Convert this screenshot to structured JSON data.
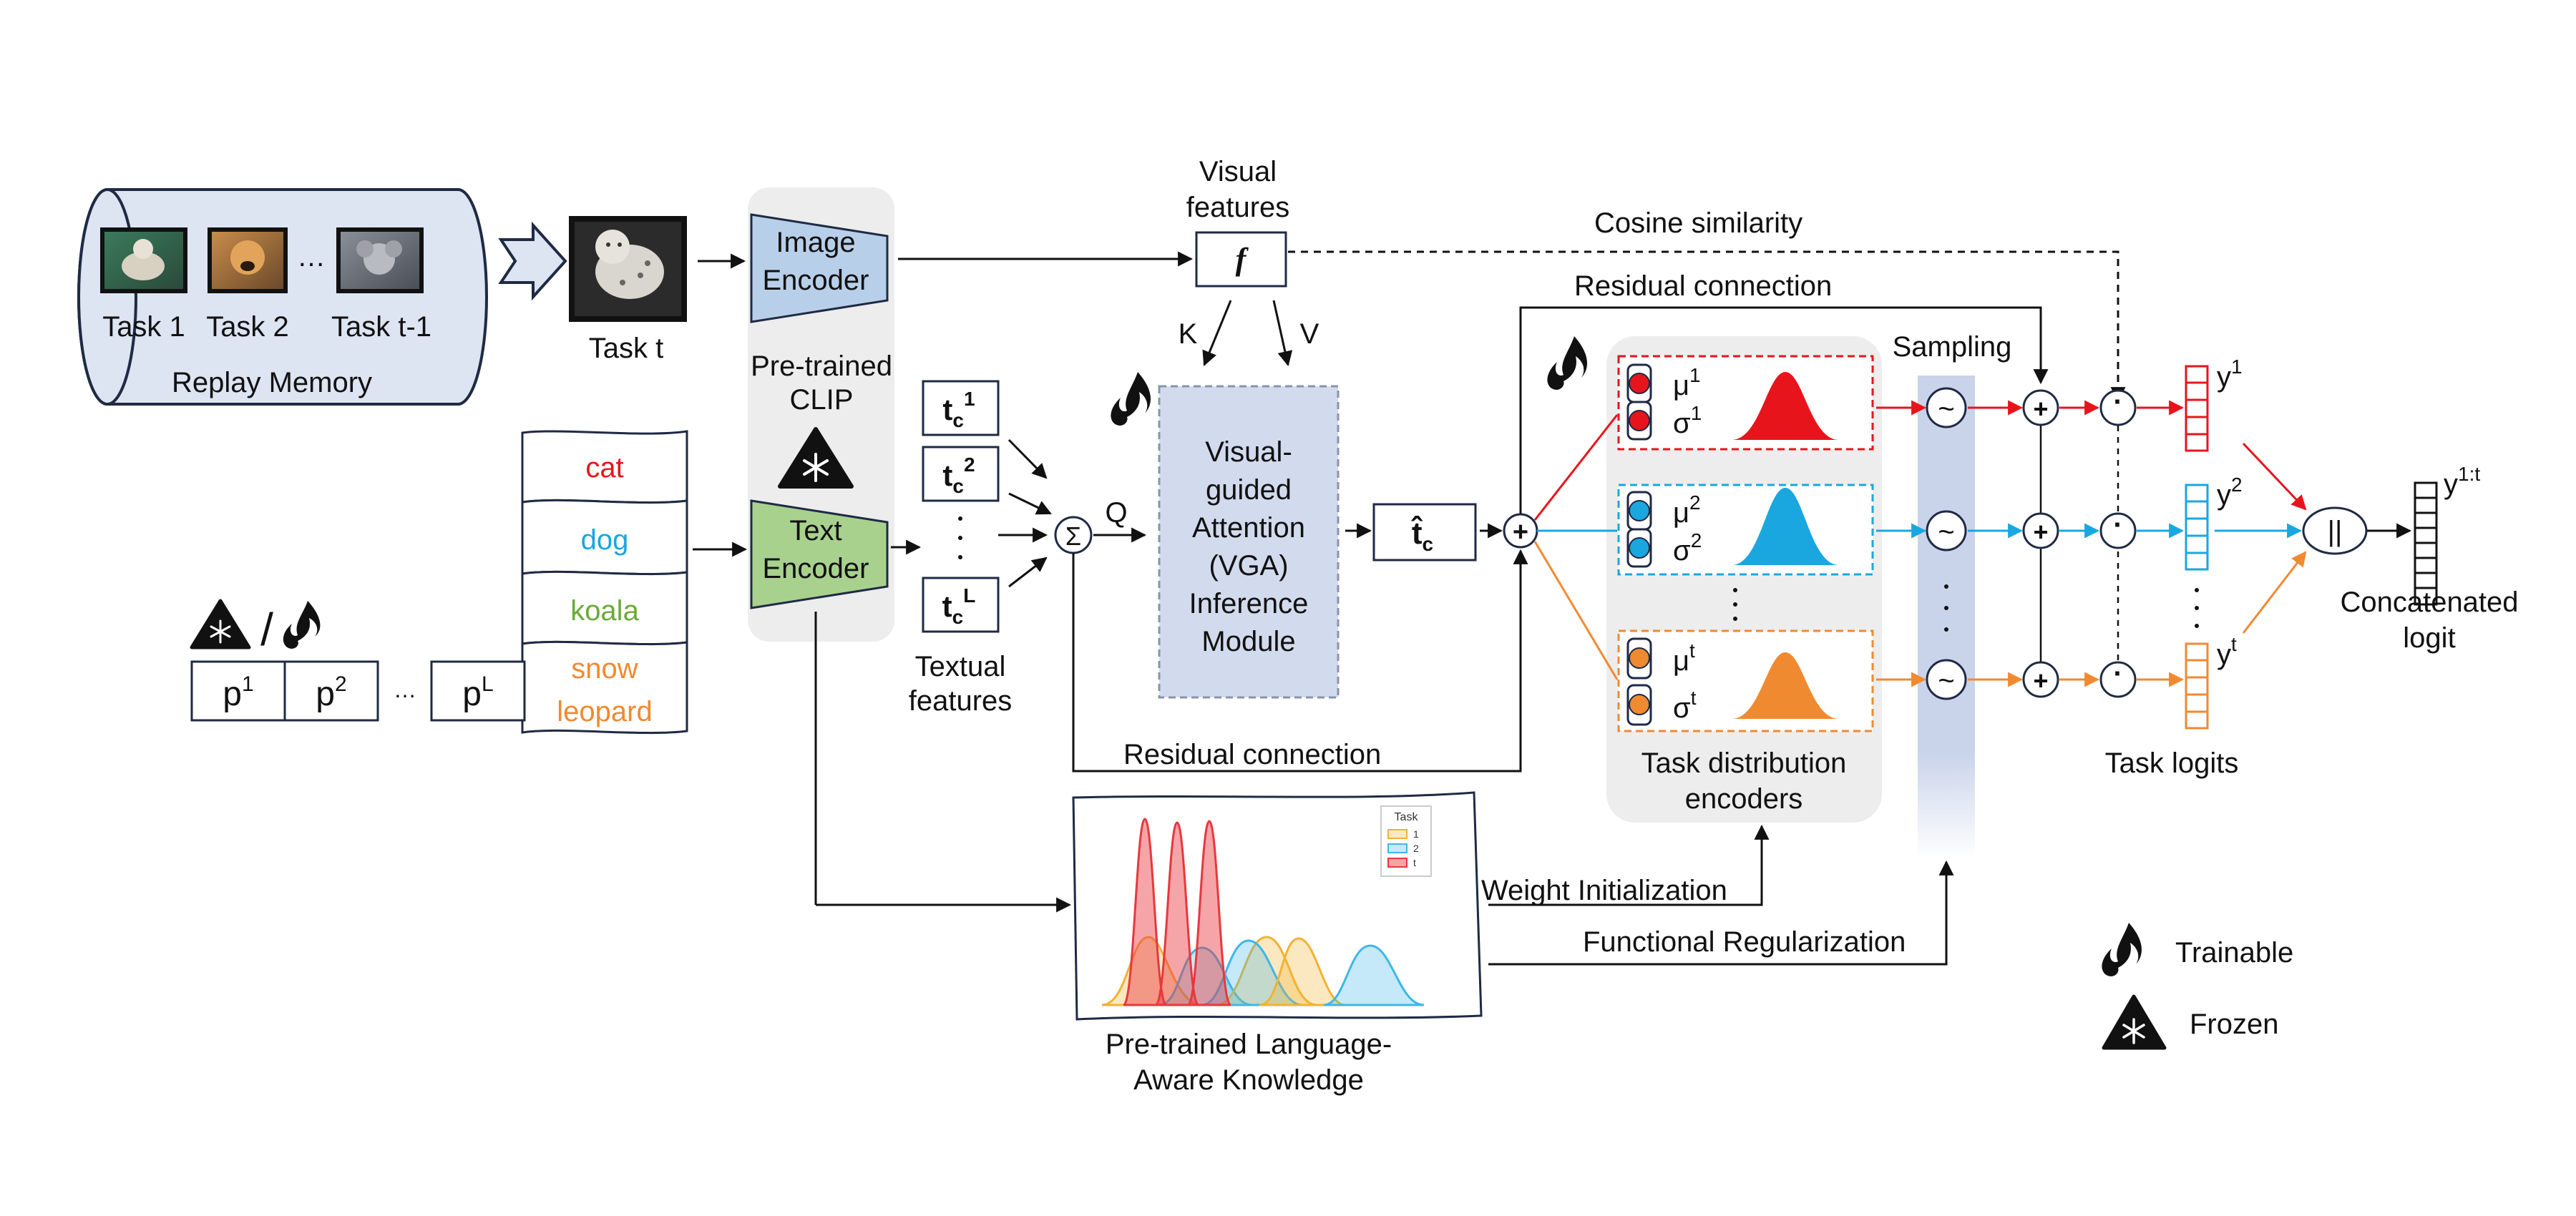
{
  "replay": {
    "tasks": [
      "Task 1",
      "Task 2",
      "Task t-1"
    ],
    "ellipsis": "…",
    "label": "Replay Memory"
  },
  "current_task": "Task t",
  "clip": {
    "image_encoder": [
      "Image",
      "Encoder"
    ],
    "text_encoder": [
      "Text",
      "Encoder"
    ],
    "label": [
      "Pre-trained",
      "CLIP"
    ]
  },
  "classes": [
    {
      "name": "cat",
      "color": "#e8141c"
    },
    {
      "name": "dog",
      "color": "#1aa7e0"
    },
    {
      "name": "koala",
      "color": "#6aaa3a"
    },
    {
      "name": "snow",
      "color": "#f08a30"
    },
    {
      "name": "leopard",
      "color": "#f08a30"
    }
  ],
  "prompts": {
    "tokens": [
      {
        "base": "p",
        "sup": "1"
      },
      {
        "base": "p",
        "sup": "2"
      },
      {
        "base": "p",
        "sup": "L"
      }
    ],
    "ellipsis": "…",
    "separator": "/"
  },
  "textual_features": {
    "items": [
      {
        "base": "t",
        "sub": "c",
        "sup": "1"
      },
      {
        "base": "t",
        "sub": "c",
        "sup": "2"
      },
      {
        "base": "t",
        "sub": "c",
        "sup": "L"
      }
    ],
    "label": [
      "Textual",
      "features"
    ],
    "sum_symbol": "Σ",
    "vdots": "·"
  },
  "visual_features": {
    "label": [
      "Visual",
      "features"
    ],
    "symbol": "f"
  },
  "vga": {
    "lines": [
      "Visual-",
      "guided",
      "Attention",
      "(VGA)",
      "Inference",
      "Module"
    ],
    "k": "K",
    "v": "V",
    "q": "Q"
  },
  "t_hat": {
    "base": "t̂",
    "sub": "c"
  },
  "edges": {
    "cosine": "Cosine similarity",
    "residual_top": "Residual connection",
    "residual_bottom": "Residual connection",
    "weight_init": "Weight Initialization",
    "func_reg": "Functional Regularization"
  },
  "task_encoders": {
    "label": [
      "Task distribution",
      "encoders"
    ],
    "rows": [
      {
        "mu": "μ",
        "sigma": "σ",
        "sup": "1",
        "color": "#e8141c"
      },
      {
        "mu": "μ",
        "sigma": "σ",
        "sup": "2",
        "color": "#1aa7e0"
      },
      {
        "mu": "μ",
        "sigma": "σ",
        "sup": "t",
        "color": "#f08a30"
      }
    ]
  },
  "sampling": {
    "label": "Sampling",
    "symbol": "~",
    "plus": "+",
    "dot": "·"
  },
  "logits": {
    "items": [
      {
        "base": "y",
        "sup": "1",
        "color": "#e8141c"
      },
      {
        "base": "y",
        "sup": "2",
        "color": "#1aa7e0"
      },
      {
        "base": "y",
        "sup": "t",
        "color": "#f08a30"
      }
    ],
    "label": "Task logits",
    "concat_symbol": "||",
    "concat_out": {
      "base": "y",
      "sup": "1:t"
    },
    "concat_label": [
      "Concatenated",
      "logit"
    ]
  },
  "knowledge": {
    "label": [
      "Pre-trained Language-",
      "Aware Knowledge"
    ],
    "legend_title": "Task",
    "legend": [
      {
        "name": "1",
        "color": "#f2b233"
      },
      {
        "name": "2",
        "color": "#3fb7e8"
      },
      {
        "name": "t",
        "color": "#e8383d"
      }
    ]
  },
  "legend": {
    "trainable": "Trainable",
    "frozen": "Frozen"
  }
}
